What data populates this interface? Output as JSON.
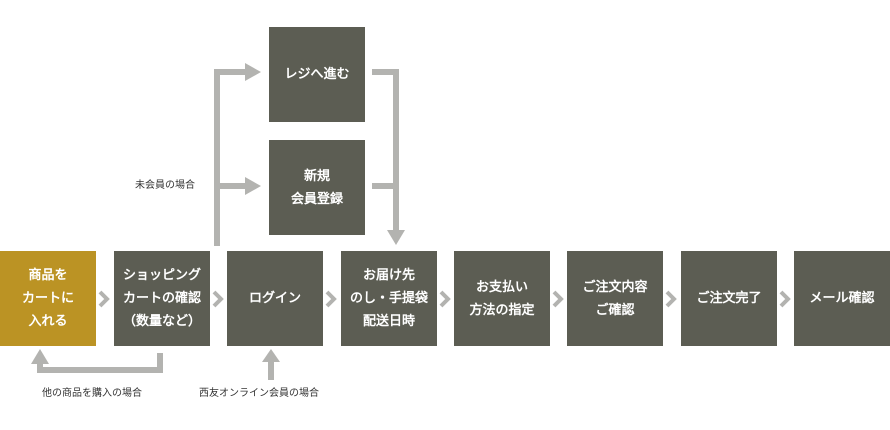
{
  "steps": [
    {
      "label": "商品を\nカートに\n入れる"
    },
    {
      "label": "ショッピング\nカートの確認\n（数量など）"
    },
    {
      "label": "ログイン"
    },
    {
      "label": "お届け先\nのし・手提袋\n配送日時"
    },
    {
      "label": "お支払い\n方法の指定"
    },
    {
      "label": "ご注文内容\nご確認"
    },
    {
      "label": "ご注文完了"
    },
    {
      "label": "メール確認"
    }
  ],
  "branches": {
    "checkout": {
      "label": "レジへ進む"
    },
    "register": {
      "label": "新規\n会員登録"
    }
  },
  "notes": {
    "non_member": "未会員の場合",
    "buy_other": "他の商品を購入の場合",
    "nishitomo_member": "西友オンライン会員の場合"
  },
  "colors": {
    "box": "#5c5d53",
    "active_box": "#bb9324",
    "arrow": "#b3b3b0"
  }
}
